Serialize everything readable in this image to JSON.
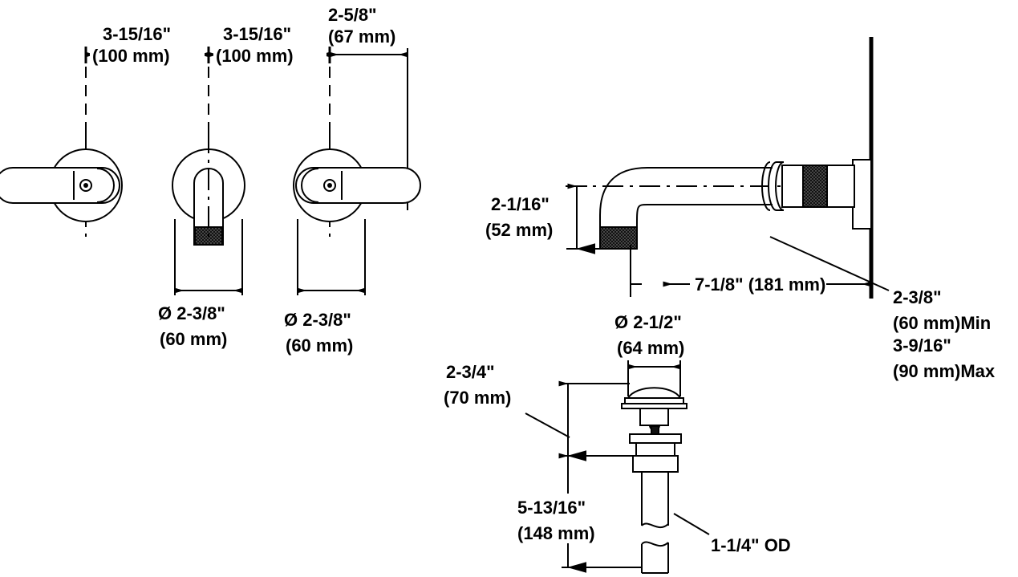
{
  "drawing": {
    "title": "Wall-mount widespread faucet and drain dimensional drawing",
    "units": "inches and millimeters",
    "line_color": "#000000",
    "fill_color": "#ffffff",
    "knurl_color": "#1a1a1a"
  },
  "labels": {
    "spread_left_in": "3-15/16\"",
    "spread_left_mm": "(100 mm)",
    "spread_right_in": "3-15/16\"",
    "spread_right_mm": "(100 mm)",
    "handle_proj_in": "2-5/8\"",
    "handle_proj_mm": "(67 mm)",
    "escutcheon_left_in": "Ø 2-3/8\"",
    "escutcheon_left_mm": "(60 mm)",
    "escutcheon_right_in": "Ø 2-3/8\"",
    "escutcheon_right_mm": "(60 mm)",
    "spout_height_in": "2-1/16\"",
    "spout_height_mm": "(52 mm)",
    "spout_reach": "7-1/8\" (181 mm)",
    "wall_depth_min_in": "2-3/8\"",
    "wall_depth_min_mm": "(60 mm)Min",
    "wall_depth_max_in": "3-9/16\"",
    "wall_depth_max_mm": "(90 mm)Max",
    "drain_flange_dia_in": "Ø 2-1/2\"",
    "drain_flange_dia_mm": "(64 mm)",
    "drain_top_in": "2-3/4\"",
    "drain_top_mm": "(70 mm)",
    "drain_tail_in": "5-13/16\"",
    "drain_tail_mm": "(148 mm)",
    "tailpiece_od": "1-1/4\" OD"
  }
}
